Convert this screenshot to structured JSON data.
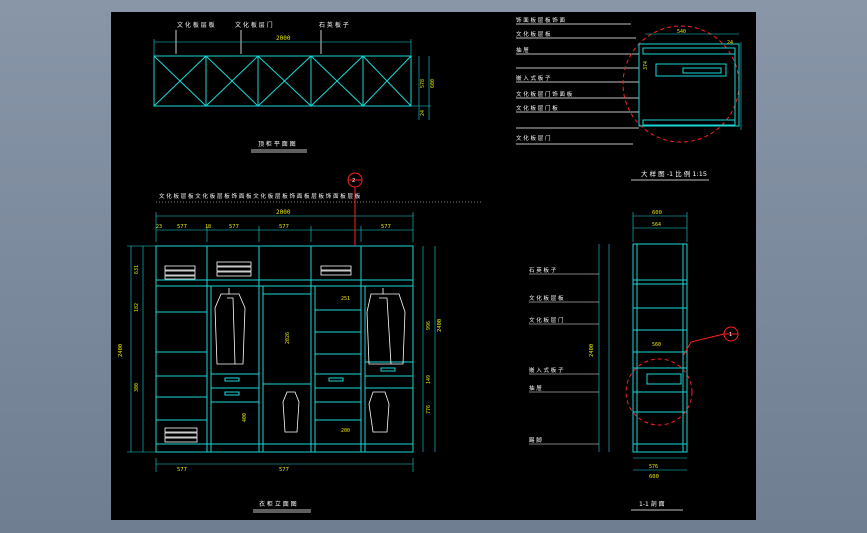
{
  "labels": {
    "top_callout_1": "文 化 板 层 板",
    "top_callout_2": "文 化 板 层 门",
    "top_callout_3": "石 英 板 子",
    "top_overall_width": "2000",
    "top_right_dim_1": "578",
    "top_right_dim_2": "600",
    "top_right_dim_3": "24",
    "plan_view_title": "顶 柜 平 面 图",
    "front_callouts": "文 化 板 层 板   文 化 板 层 板   饰 面 板   文 化 板 层 板 饰 面 板 层 板 饰 面 板 层 板",
    "front_overall_width": "2000",
    "front_bay_1": "577",
    "front_bay_2": "577",
    "front_bay_3": "577",
    "front_bay_4": "577",
    "front_gap": "18",
    "front_edge": "23",
    "front_height": "2400",
    "front_hang_1": "996",
    "front_hang_2": "2026",
    "front_hang_3": "776",
    "front_shelf_251": "251",
    "front_shelf_400": "400",
    "front_shelf_631": "631",
    "front_shelf_300": "300",
    "front_shelf_182": "182",
    "front_drawer_149": "149",
    "front_shelf_200": "200",
    "front_view_title": "衣 柜 立 面 图",
    "section_callout_1": "石 英 板 子",
    "section_callout_2": "文 化 板 层 板",
    "section_callout_3": "文 化 板 层 门",
    "section_callout_4": "嵌 入 式 板 子",
    "section_callout_5": "抽 屉",
    "section_callout_6": "踢 脚",
    "section_top_dim": "600",
    "section_inner_dim": "564",
    "section_mid_dim": "560",
    "section_bottom_1": "576",
    "section_bottom_2": "600",
    "section_height": "2400",
    "section_title": "1-1 剖 面",
    "section_marker": "1",
    "detail_callout_1": "饰 面 板 层 板 饰 面",
    "detail_callout_2": "文 化 板 层 板",
    "detail_callout_3": "抽 屉",
    "detail_callout_4": "文 化 板 层 门 饰 面 板",
    "detail_callout_5": "嵌 入 式 板 子",
    "detail_callout_6": "文 化 板 层 门 板",
    "detail_callout_7": "文 化 板 层 门",
    "detail_dim_1": "540",
    "detail_dim_2": "24",
    "detail_dim_3": "374",
    "detail_title": "大 样 图 -1 比 例 1:15",
    "front_marker": "2"
  },
  "colors": {
    "background_frame": "#7b8a9c",
    "canvas": "#000000",
    "outline": "#18d8d8",
    "text": "#e8e800",
    "callout": "#ffffff",
    "marker": "#ff2020"
  }
}
